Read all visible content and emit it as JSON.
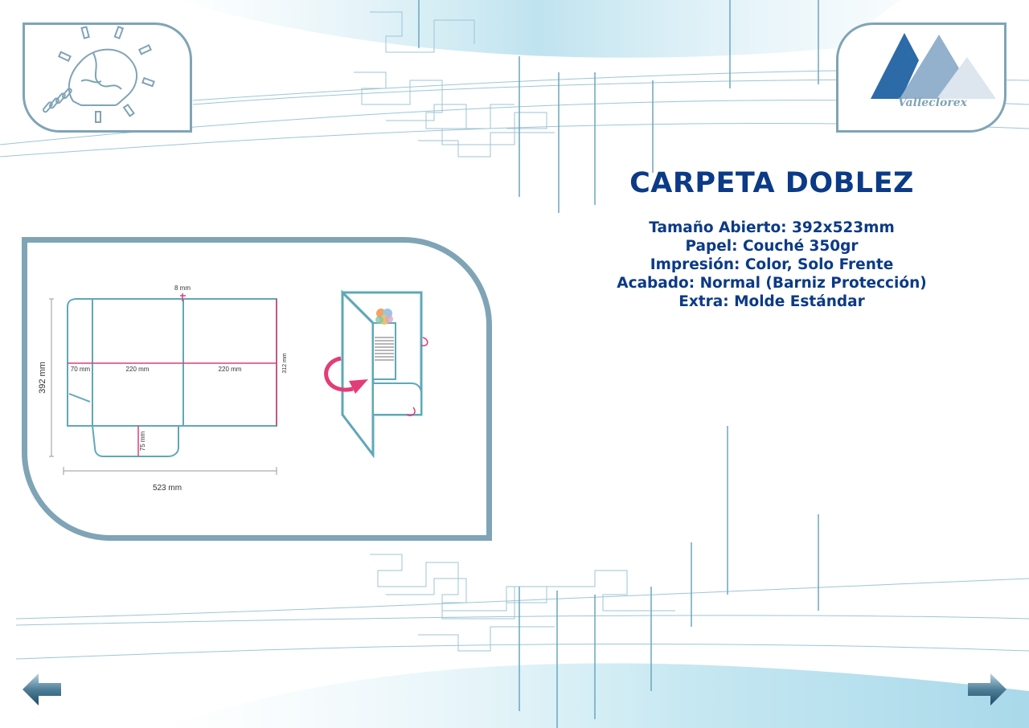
{
  "page": {
    "title": "CARPETA DOBLEZ",
    "specs": [
      "Tamaño Abierto: 392x523mm",
      "Papel: Couché 350gr",
      "Impresión: Color, Solo Frente",
      "Acabado: Normal (Barniz Protección)",
      "Extra: Molde Estándar"
    ]
  },
  "brand": {
    "name": "Valleclorex"
  },
  "diagram": {
    "dim_width": "523 mm",
    "dim_height": "392 mm",
    "dim_spine": "8 mm",
    "dim_flap": "70 mm",
    "dim_panel1": "220 mm",
    "dim_panel2": "220 mm",
    "dim_inner": "312 mm",
    "dim_pocket": "75 mm"
  },
  "icons": {
    "lightbulb": "lightbulb-puzzle-icon",
    "logo": "valleclorex-mountain-logo",
    "prev": "arrow-left-icon",
    "next": "arrow-right-icon"
  },
  "colors": {
    "title": "#0b3a87",
    "panel_border": "#7fa4b6",
    "diagram_line": "#5fa8b8",
    "dimension_pink": "#e23d77"
  }
}
